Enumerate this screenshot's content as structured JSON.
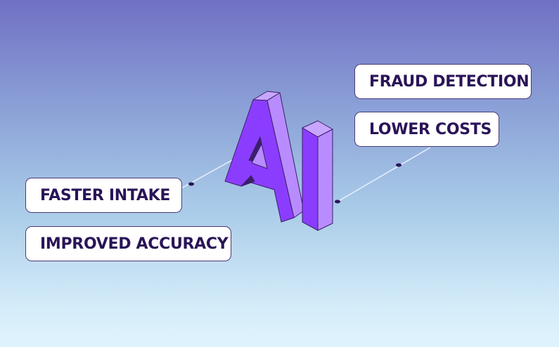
{
  "hero": {
    "text": "AI",
    "colors": {
      "front": "#8b3dff",
      "side": "#b88cff",
      "top": "#c8a6ff",
      "shadow": "#3a1f6a",
      "outline": "#3a1f6a"
    }
  },
  "labels": [
    {
      "id": "fraud-detection",
      "text": "FRAUD DETECTION"
    },
    {
      "id": "lower-costs",
      "text": "LOWER COSTS"
    },
    {
      "id": "faster-intake",
      "text": "FASTER INTAKE"
    },
    {
      "id": "improved-accuracy",
      "text": "IMPROVED ACCURACY"
    }
  ],
  "background": {
    "top": "#7070c4",
    "bottom": "#dff3fd"
  }
}
